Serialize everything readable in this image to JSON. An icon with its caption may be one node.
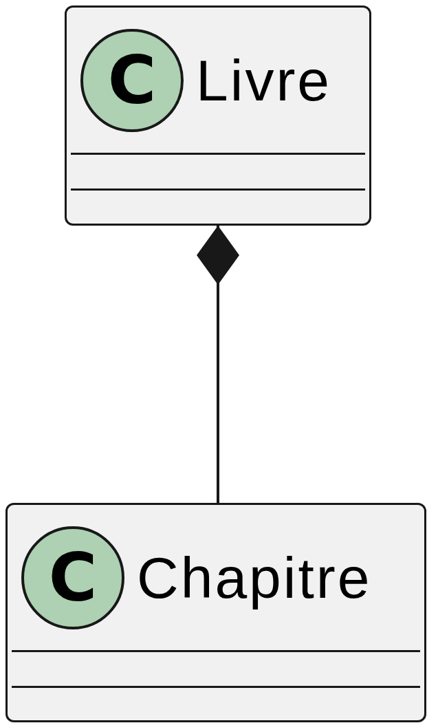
{
  "diagram": {
    "nodes": [
      {
        "text": [
          "Livre"
        ]
      },
      {
        "text": [
          "C"
        ],
        "in": 0
      },
      {
        "text": [
          "Chapitre"
        ]
      },
      {
        "text": [
          "C"
        ],
        "in": 2
      }
    ],
    "edges": [
      {
        "from": 0,
        "to": 2,
        "arrow": "other"
      }
    ]
  }
}
